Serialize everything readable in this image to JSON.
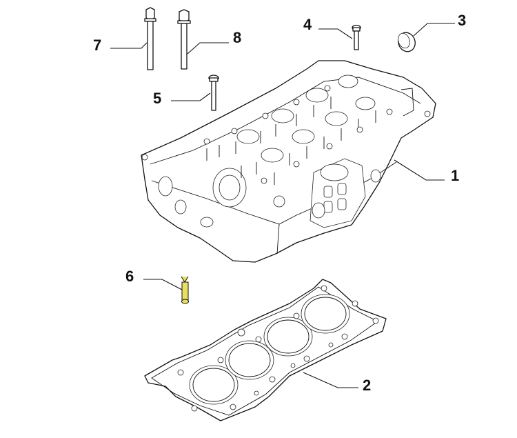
{
  "diagram": {
    "callouts": [
      {
        "id": "c1",
        "label": "1"
      },
      {
        "id": "c2",
        "label": "2"
      },
      {
        "id": "c3",
        "label": "3"
      },
      {
        "id": "c4",
        "label": "4"
      },
      {
        "id": "c5",
        "label": "5"
      },
      {
        "id": "c6",
        "label": "6"
      },
      {
        "id": "c7",
        "label": "7"
      },
      {
        "id": "c8",
        "label": "8"
      }
    ],
    "colors": {
      "line": "#111111",
      "highlight_part": "#e8e060",
      "background": "#ffffff"
    }
  }
}
